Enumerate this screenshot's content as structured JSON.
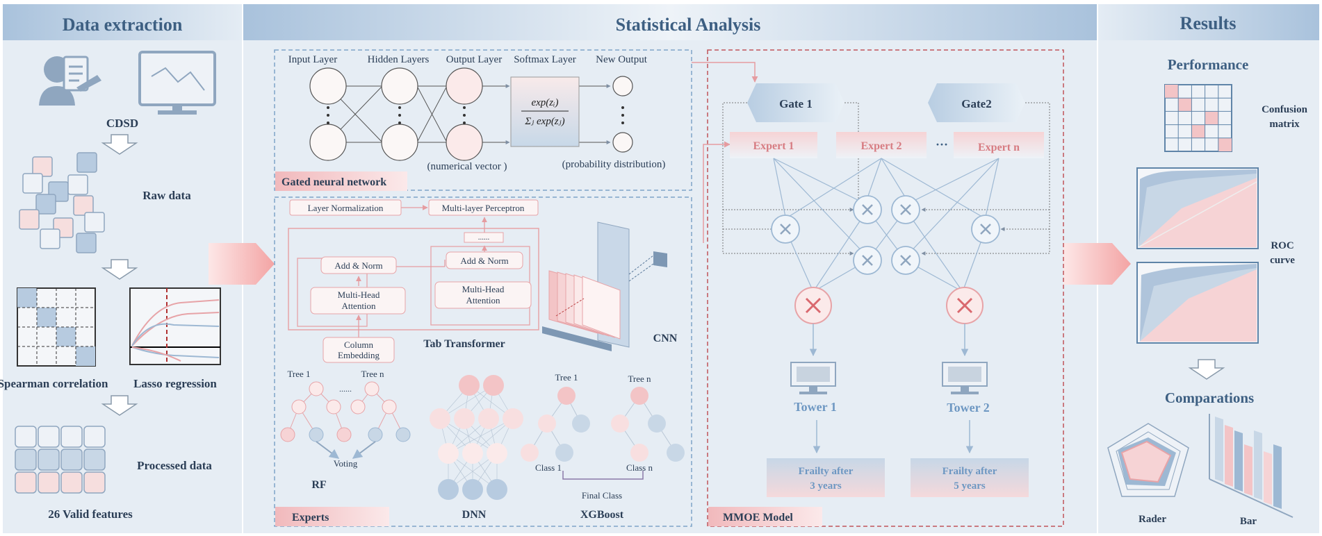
{
  "sections": {
    "left": "Data extraction",
    "middle": "Statistical Analysis",
    "right": "Results"
  },
  "extraction": {
    "cdsd": "CDSD",
    "raw_data": "Raw data",
    "spearman": "Spearman correlation",
    "lasso": "Lasso regression",
    "processed": "Processed data",
    "valid_features": "26 Valid features"
  },
  "gated": {
    "input_layer": "Input Layer",
    "hidden_layers": "Hidden Layers",
    "output_layer": "Output Layer",
    "softmax_layer": "Softmax Layer",
    "new_output": "New Output",
    "softmax_num": "exp(zᵢ)",
    "softmax_den": "Σⱼ exp(zⱼ)",
    "numerical_vector": "(numerical vector )",
    "probability": "(probability distribution)",
    "title": "Gated neural network"
  },
  "experts": {
    "layer_norm": "Layer Normalization",
    "mlp": "Multi-layer Perceptron",
    "dots": "......",
    "add_norm": "Add & Norm",
    "mha_1": "Multi-Head",
    "mha_2": "Attention",
    "col_emb_1": "Column",
    "col_emb_2": "Embedding",
    "tab_transformer": "Tab Transformer",
    "cnn": "CNN",
    "tree1": "Tree 1",
    "treen": "Tree n",
    "rf_dots": "......",
    "voting": "Voting",
    "rf": "RF",
    "dnn": "DNN",
    "class1": "Class 1",
    "classn": "Class n",
    "final_class": "Final Class",
    "xgboost": "XGBoost",
    "title": "Experts"
  },
  "mmoe": {
    "gate1": "Gate 1",
    "gate2": "Gate2",
    "expert1": "Expert 1",
    "expert2": "Expert 2",
    "expertn": "Expert n",
    "ellipsis": "···",
    "tower1": "Tower 1",
    "tower2": "Tower 2",
    "frailty1_a": "Frailty after",
    "frailty1_b": "3 years",
    "frailty2_a": "Frailty after",
    "frailty2_b": "5 years",
    "title": "MMOE Model"
  },
  "results": {
    "performance": "Performance",
    "confusion_a": "Confusion",
    "confusion_b": "matrix",
    "roc_a": "ROC",
    "roc_b": "curve",
    "comparations": "Comparations",
    "rader": "Rader",
    "bar": "Bar"
  },
  "colors": {
    "header": "#3d5f82",
    "pink": "#e7a3a7",
    "blue": "#9db8d3",
    "panel": "#e6edf4"
  }
}
